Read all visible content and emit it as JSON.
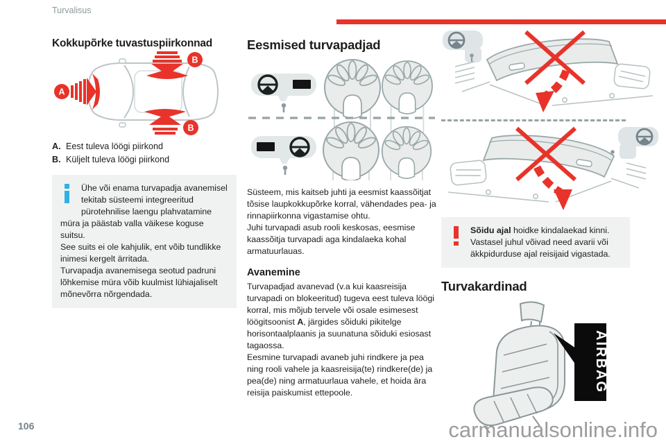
{
  "page": {
    "running_header": "Turvalisus",
    "page_number": "106",
    "watermark": "carmanualsonline.info"
  },
  "colors": {
    "accent_red": "#e8332a",
    "info_blue": "#2fb1e3",
    "box_background": "#f0f2f2",
    "line_art_gray": "#9aa7a9"
  },
  "left": {
    "heading": "Kokkupõrke tuvastuspiirkonnad",
    "diagram": {
      "label_a": "A",
      "label_b": "B"
    },
    "legend": [
      {
        "key": "A.",
        "text": "Eest tuleva löögi piirkond"
      },
      {
        "key": "B.",
        "text": "Küljelt tuleva löögi piirkond"
      }
    ],
    "info_box": {
      "icon": "info-icon",
      "text": "Ühe või enama turvapadja avanemisel tekitab süsteemi integreeritud pürotehnilise laengu plahvatamine müra ja päästab valla väikese koguse suitsu.\nSee suits ei ole kahjulik, ent võib tundlikke inimesi kergelt ärritada.\nTurvapadja avanemisega seotud padruni lõhkemise müra võib kuulmist lühiajaliselt mõnevõrra nõrgendada."
    }
  },
  "middle": {
    "heading": "Eesmised turvapadjad",
    "para1": "Süsteem, mis kaitseb juhti ja eesmist kaassõitjat tõsise laupkokkupõrke korral, vähendades pea- ja rinnapiirkonna vigastamise ohtu.\nJuhi turvapadi asub rooli keskosas, eesmise kaassõitja turvapadi aga kindalaeka kohal armatuurlauas.",
    "subheading": "Avanemine",
    "para2_pre": "Turvapadjad avanevad (v.a kui kaasreisija turvapadi on blokeeritud) tugeva eest tuleva löögi korral, mis mõjub tervele või osale esimesest löögitsoonist ",
    "para2_bold": "A",
    "para2_post": ", järgides sõiduki pikitelge horisontaalplaanis ja suunatuna sõiduki esiosast tagaossa.",
    "para3": "Eesmine turvapadi avaneb juhi rindkere ja pea ning rooli vahele ja kaasreisija(te) rindkere(de) ja pea(de) ning armatuurlaua vahele, et hoida ära reisija paiskumist ettepoole."
  },
  "right": {
    "warning_box": {
      "icon": "warning-icon",
      "bold": "Sõidu ajal",
      "text": " hoidke kindalaekad kinni.\nVastasel juhul võivad need avarii või äkkpidurduse ajal reisijaid vigastada."
    },
    "heading": "Turvakardinad",
    "airbag_label": "AIRBAG"
  }
}
